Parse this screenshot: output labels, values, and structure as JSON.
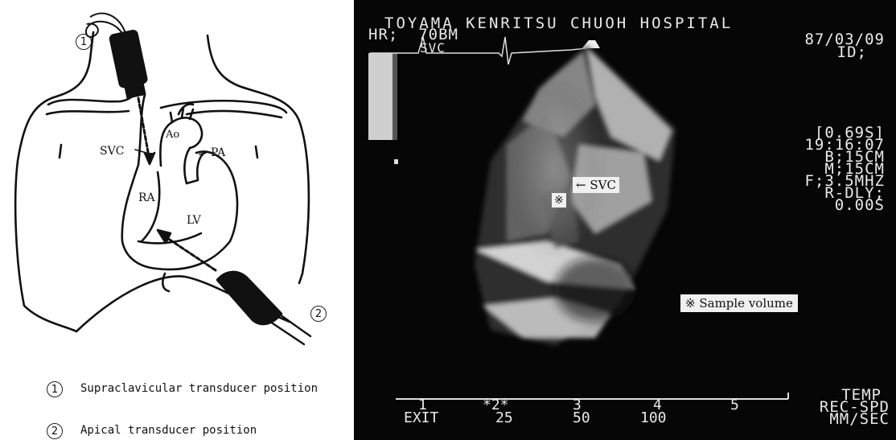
{
  "diagram": {
    "labels": {
      "svc": "SVC",
      "ao": "Ao",
      "pa": "PA",
      "ra": "RA",
      "lv": "LV"
    },
    "markers": {
      "one": "1",
      "two": "2"
    },
    "legend": [
      {
        "num": "1",
        "text": "Supraclavicular transducer position"
      },
      {
        "num": "2",
        "text": "Apical transducer position"
      }
    ]
  },
  "echo": {
    "hospital": "TOYAMA KENRITSU CHUOH HOSPITAL",
    "hr": "HR;  70BM",
    "svc_trace": "SVC",
    "date": "87/03/09",
    "id": "ID;",
    "params": [
      "[0.69S]",
      "19:16:07",
      "B;15CM",
      "M;15CM",
      "F;3.5MHZ",
      "R-DLY;",
      "0.00S"
    ],
    "svc_label": "SVC",
    "sample_volume": "Sample volume",
    "bottom": {
      "scale": [
        "1",
        "*2*",
        "3",
        "4",
        "5"
      ],
      "exit": "EXIT",
      "speeds": [
        "25",
        "50",
        "100"
      ],
      "temp": "TEMP",
      "rec_spd": "REC-SPD",
      "mm_sec": "MM/SEC"
    }
  }
}
